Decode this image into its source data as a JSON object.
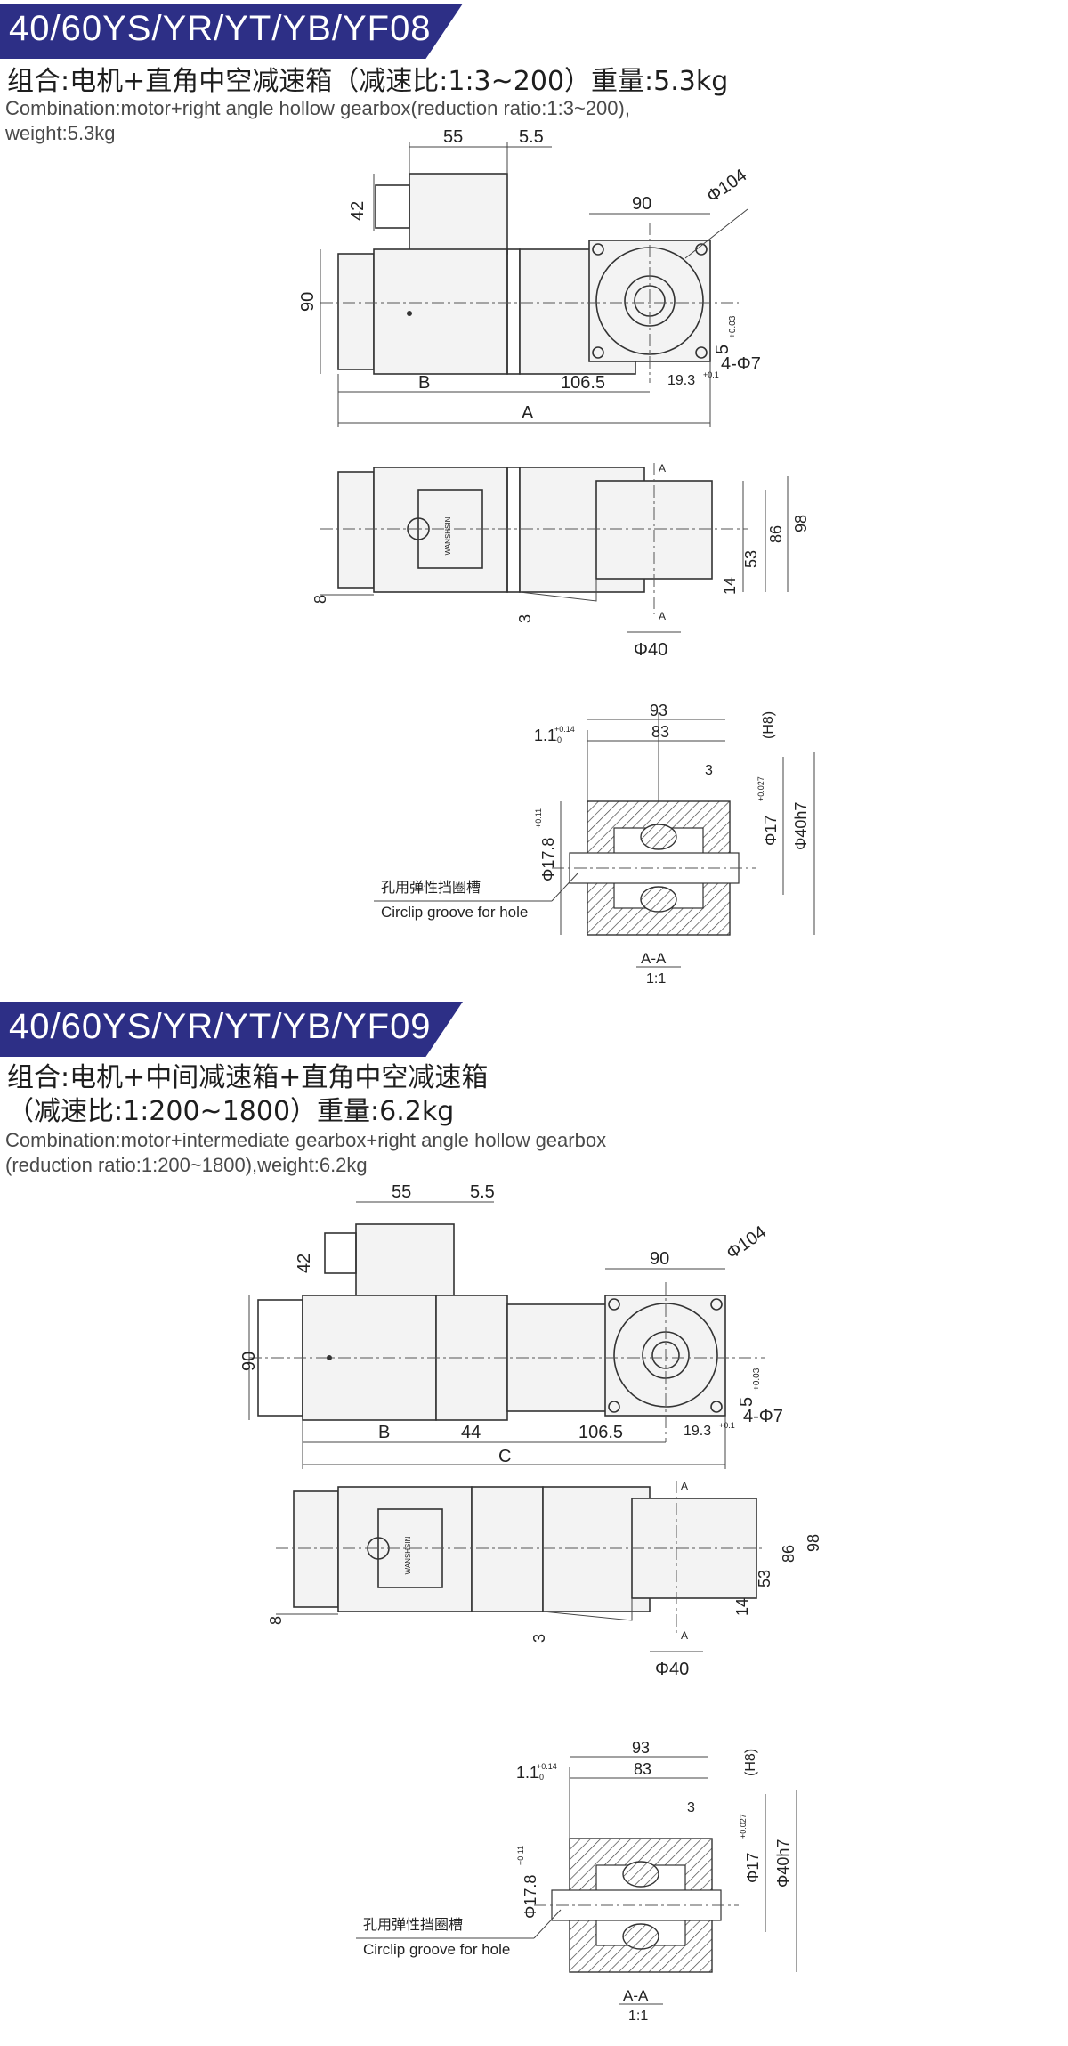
{
  "sections": [
    {
      "banner": "40/60YS/YR/YT/YB/YF08",
      "cn_line1": "组合:电机+直角中空减速箱（减速比:1:3~200）重量:5.3kg",
      "cn_line2": "",
      "en_line1": "Combination:motor+right angle hollow gearbox(reduction ratio:1:3~200),",
      "en_line2": "weight:5.3kg",
      "top_view": {
        "dim_55": "55",
        "dim_5_5": "5.5",
        "dim_42": "42",
        "dim_90_top": "90",
        "dim_phi104": "Φ104",
        "dim_90_side": "90",
        "dim_5": "5",
        "dim_5_tol": "+0.03",
        "dim_4phi7": "4-Φ7",
        "dim_19_3": "19.3",
        "dim_19_3_tol": "+0.1",
        "dim_B": "B",
        "dim_44": "",
        "dim_106_5": "106.5",
        "dim_total": "A"
      },
      "front_view": {
        "dim_8": "8",
        "dim_3": "3",
        "dim_phi40": "Φ40",
        "dim_14": "14",
        "dim_53": "53",
        "dim_86": "86",
        "dim_98": "98",
        "section_mark": "A",
        "logo_text": "WANSHSIN"
      },
      "section_view": {
        "dim_93": "93",
        "dim_83": "83",
        "dim_1_1": "1.1",
        "dim_1_1_tol": "+0.14",
        "dim_3": "3",
        "dim_h8": "(H8)",
        "dim_phi17_8": "Φ17.8",
        "dim_phi17_8_tol": "+0.11",
        "dim_phi17": "Φ17",
        "dim_phi17_tol": "+0.027",
        "dim_phi40h7": "Φ40h7",
        "tol_zero": "-0",
        "note_cn": "孔用弹性挡圈槽",
        "note_en": "Circlip groove for hole",
        "title": "A-A",
        "scale": "1:1"
      }
    },
    {
      "banner": "40/60YS/YR/YT/YB/YF09",
      "cn_line1": "组合:电机+中间减速箱+直角中空减速箱",
      "cn_line2": "（减速比:1:200~1800）重量:6.2kg",
      "en_line1": "Combination:motor+intermediate gearbox+right angle hollow gearbox",
      "en_line2": "(reduction ratio:1:200~1800),weight:6.2kg",
      "top_view": {
        "dim_55": "55",
        "dim_5_5": "5.5",
        "dim_42": "42",
        "dim_90_top": "90",
        "dim_phi104": "Φ104",
        "dim_90_side": "90",
        "dim_5": "5",
        "dim_5_tol": "+0.03",
        "dim_4phi7": "4-Φ7",
        "dim_19_3": "19.3",
        "dim_19_3_tol": "+0.1",
        "dim_B": "B",
        "dim_44": "44",
        "dim_106_5": "106.5",
        "dim_total": "C"
      },
      "front_view": {
        "dim_8": "8",
        "dim_3": "3",
        "dim_phi40": "Φ40",
        "dim_14": "14",
        "dim_53": "53",
        "dim_86": "86",
        "dim_98": "98",
        "section_mark": "A",
        "logo_text": "WANSHSIN"
      },
      "section_view": {
        "dim_93": "93",
        "dim_83": "83",
        "dim_1_1": "1.1",
        "dim_1_1_tol": "+0.14",
        "dim_3": "3",
        "dim_h8": "(H8)",
        "dim_phi17_8": "Φ17.8",
        "dim_phi17_8_tol": "+0.11",
        "dim_phi17": "Φ17",
        "dim_phi17_tol": "+0.027",
        "dim_phi40h7": "Φ40h7",
        "tol_zero": "-0",
        "note_cn": "孔用弹性挡圈槽",
        "note_en": "Circlip groove for hole",
        "title": "A-A",
        "scale": "1:1"
      }
    }
  ]
}
